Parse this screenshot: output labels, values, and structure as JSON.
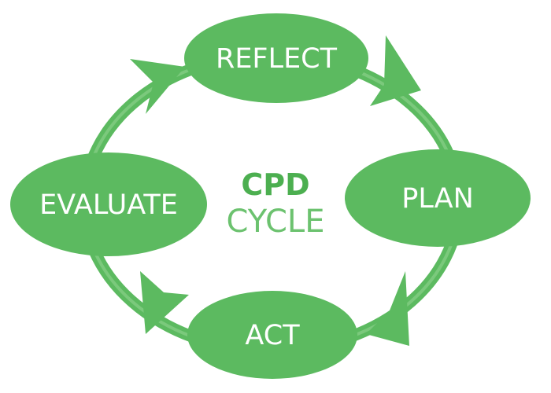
{
  "diagram": {
    "title": "CPD",
    "subtitle": "CYCLE",
    "stages": {
      "reflect": "REFLECT",
      "plan": "PLAN",
      "act": "ACT",
      "evaluate": "EVALUATE"
    }
  },
  "colors": {
    "node_fill": "#5cba60",
    "ring": "#5cba60",
    "ring_highlight": "#8fd38f",
    "label_text": "#ffffff",
    "title_text": "#4caf50",
    "subtitle_text": "#6cc26f"
  }
}
